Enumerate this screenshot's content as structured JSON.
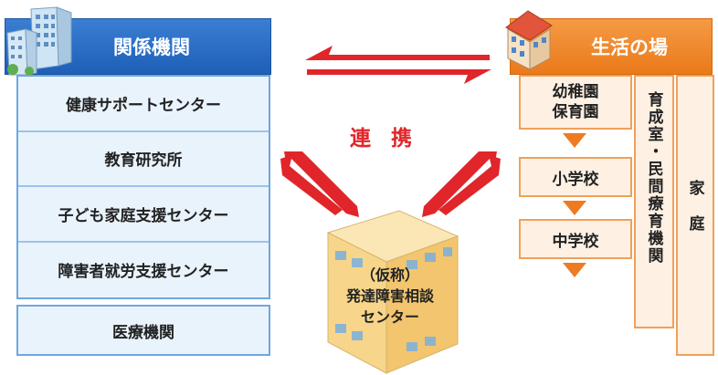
{
  "left": {
    "title": "関係機関",
    "items": [
      "健康サポートセンター",
      "教育研究所",
      "子ども家庭支援センター",
      "障害者就労支援センター"
    ],
    "separate_item": "医療機関"
  },
  "right": {
    "title": "生活の場",
    "steps": [
      "幼稚園\n保育園",
      "小学校",
      "中学校"
    ],
    "column_middle": "育成室・民間療育機関",
    "column_right": "家庭"
  },
  "center": {
    "link_label": "連携",
    "name_line1": "（仮称）",
    "name_line2": "発達障害相談",
    "name_line3": "センター"
  },
  "colors": {
    "left_accent": "#1e5fb8",
    "right_accent": "#ea7a1a",
    "arrow_red": "#e0262a"
  },
  "icons": [
    "office-building-icon",
    "house-icon",
    "center-building-icon",
    "bidirectional-arrow-icon"
  ]
}
